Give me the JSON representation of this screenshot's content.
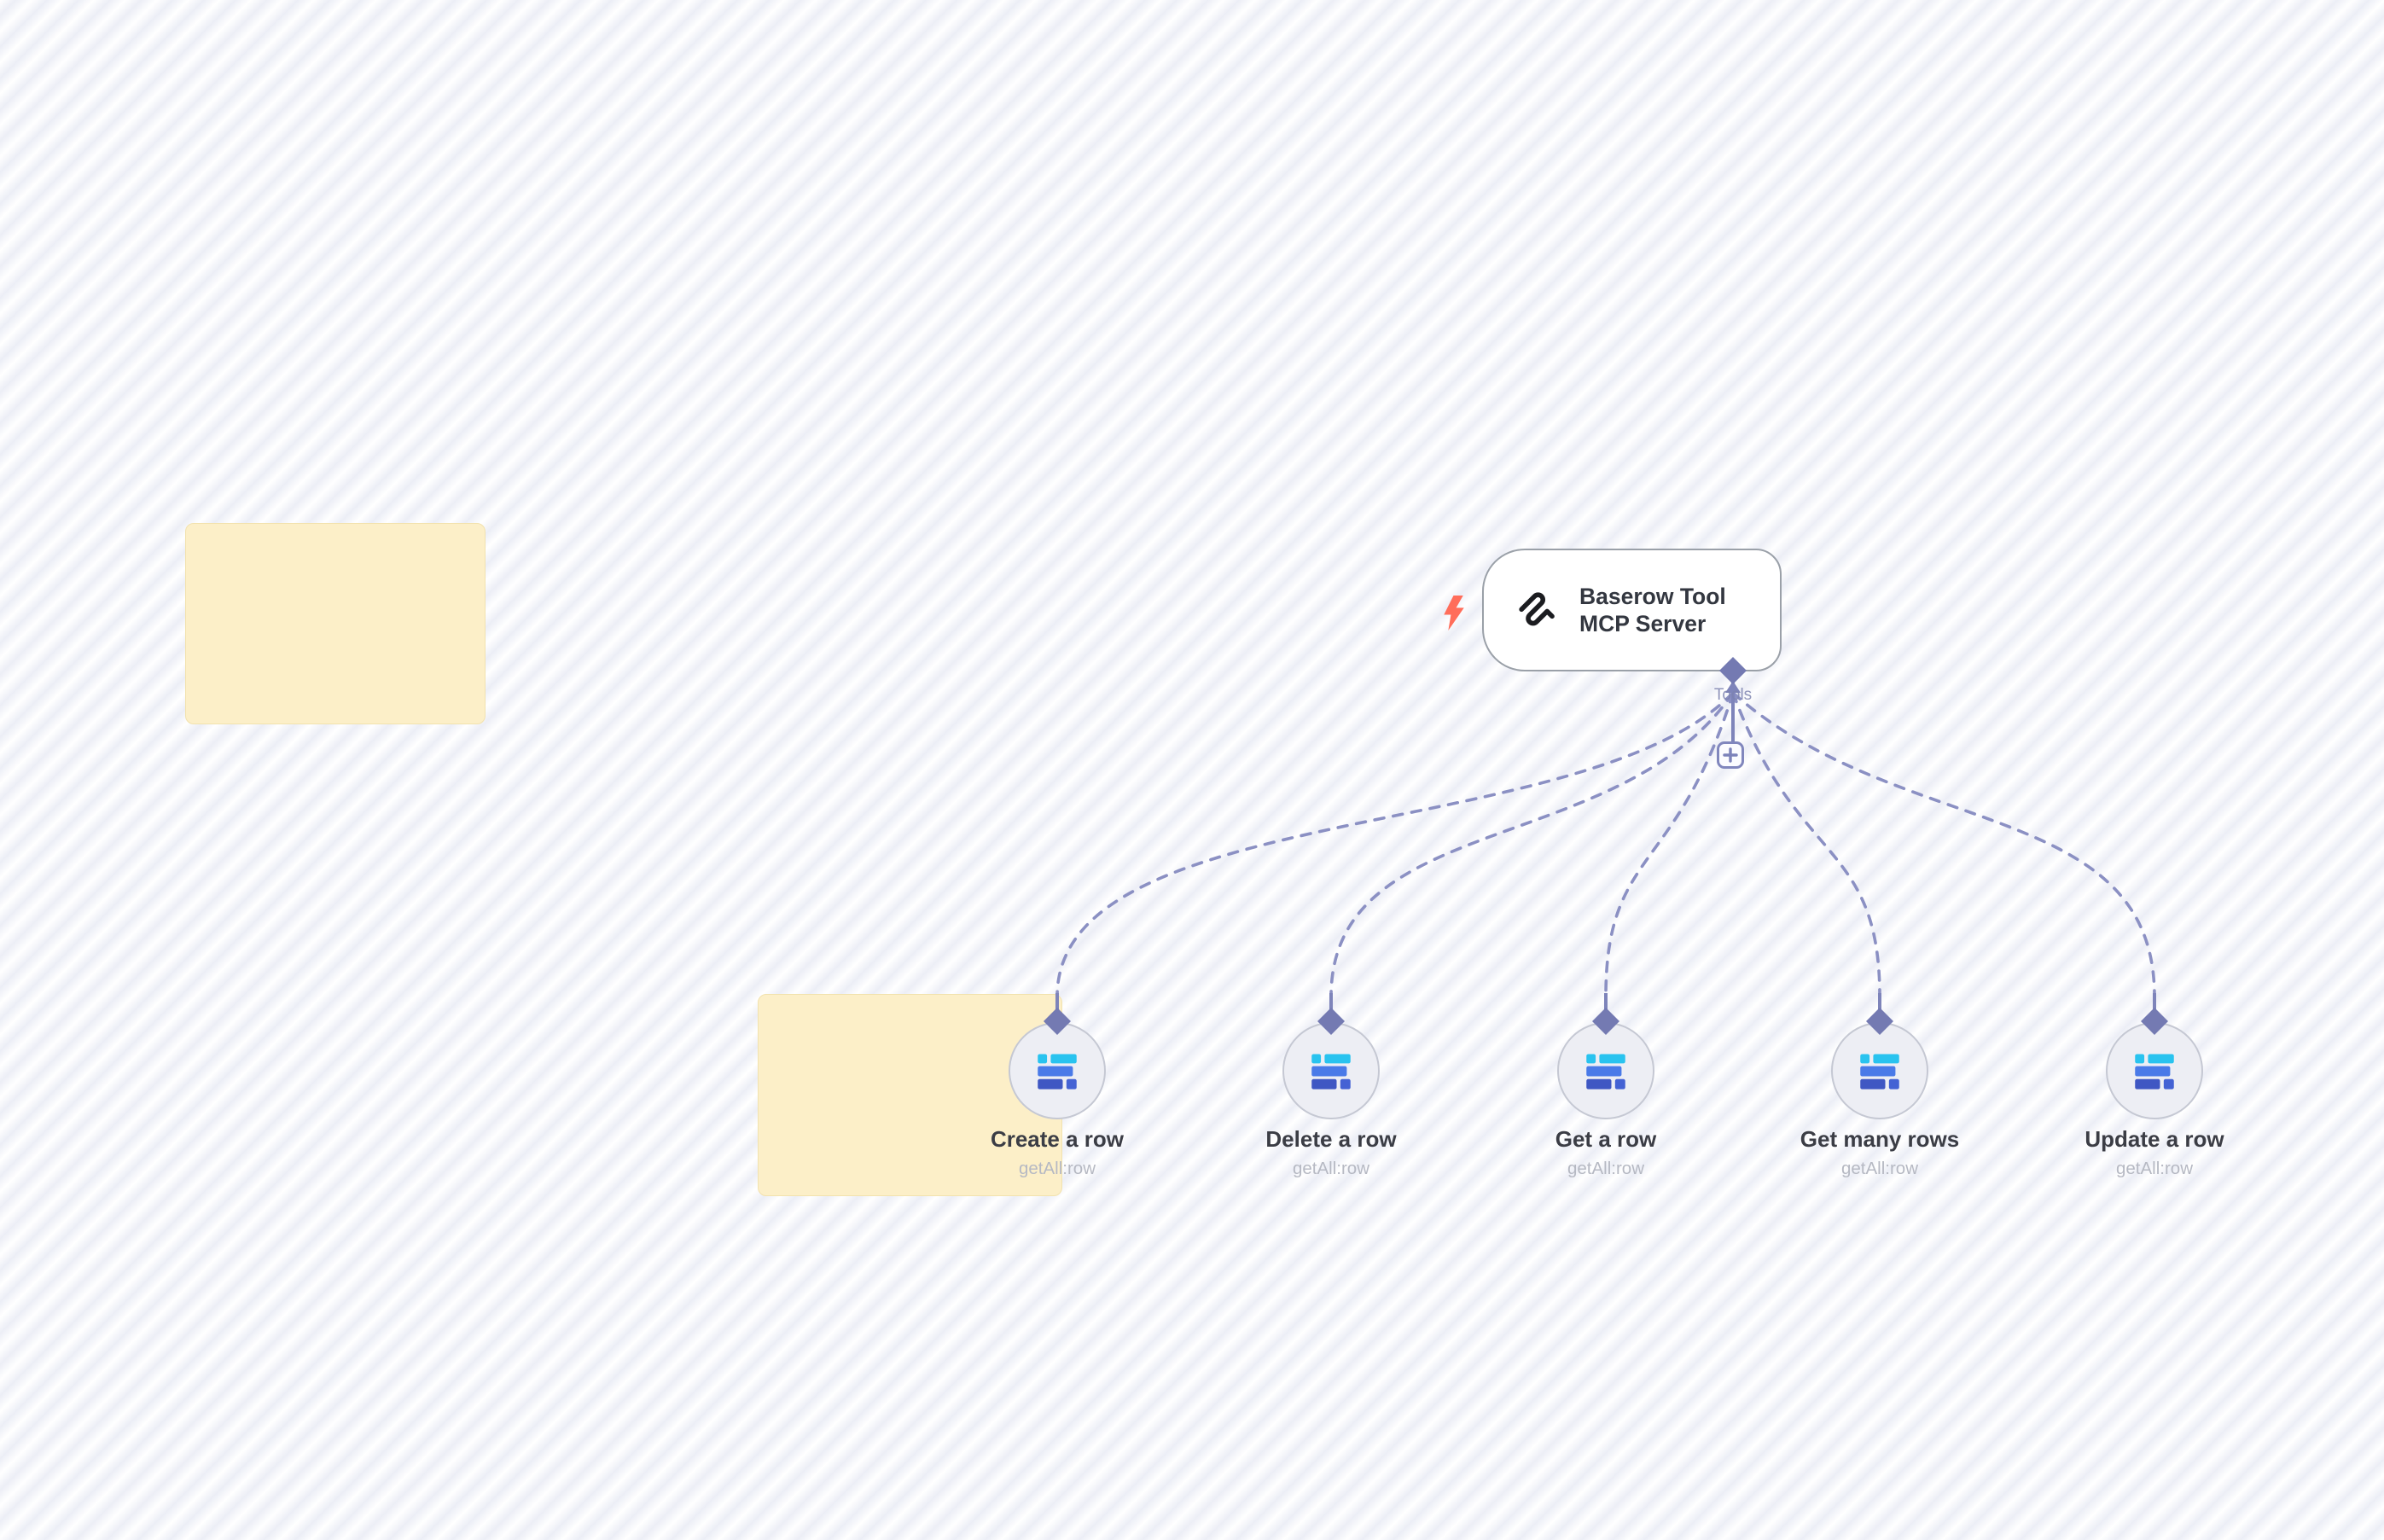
{
  "workflow": {
    "trigger_node": {
      "title": "Baserow Tool MCP Server",
      "output_port_label": "Tools"
    },
    "tool_nodes": [
      {
        "label": "Create a row",
        "subtitle": "getAll:row"
      },
      {
        "label": "Delete a row",
        "subtitle": "getAll:row"
      },
      {
        "label": "Get a row",
        "subtitle": "getAll:row"
      },
      {
        "label": "Get many rows",
        "subtitle": "getAll:row"
      },
      {
        "label": "Update a row",
        "subtitle": "getAll:row"
      }
    ],
    "sticky_notes": [
      {
        "text": ""
      },
      {
        "text": ""
      }
    ],
    "icons": {
      "trigger": "baserow-logo-icon",
      "tool": "baserow-table-icon",
      "trigger_indicator": "lightning-bolt-icon",
      "add": "plus-icon"
    },
    "colors": {
      "connector_purple": "#8b90c3",
      "port_diamond": "#747ab2",
      "sticky_fill": "#fcefc8",
      "trigger_bolt": "#ff6d5a",
      "icon_cyan": "#29c3ef",
      "icon_blue": "#4a7ae8",
      "icon_indigo": "#3f57c3",
      "node_border": "#9aa0a8",
      "circle_fill": "#edeef4"
    }
  }
}
